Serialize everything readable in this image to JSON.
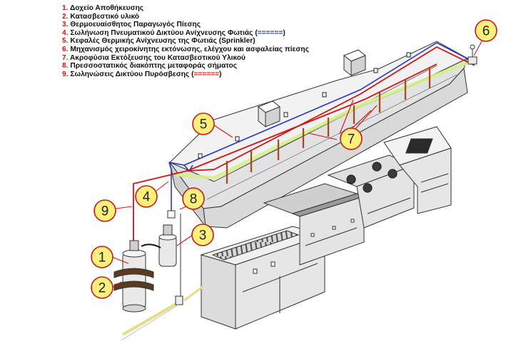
{
  "legend": [
    {
      "num": "1.",
      "text": "Δοχείο Αποθήκευσης",
      "code": "",
      "code_color": ""
    },
    {
      "num": "2.",
      "text": "Κατασβεστικό υλικό",
      "code": "",
      "code_color": ""
    },
    {
      "num": "3.",
      "text": "Θερμοευαίσθητος Παραγωγός Πίεσης",
      "code": "",
      "code_color": ""
    },
    {
      "num": "4.",
      "text": "Σωλήνωση Πνευματικού Δικτύου Ανίχνευσης Φωτιάς",
      "code": "======",
      "code_color": "blue"
    },
    {
      "num": "5.",
      "text": "Κεφαλές Θερμικής Ανίχνευσης της Φωτιάς (Sprinkler)",
      "code": "",
      "code_color": ""
    },
    {
      "num": "6.",
      "text": "Μηχανισμός χειροκίνητης εκτόνωσης, ελέγχου και ασφαλείας πίεσης",
      "code": "",
      "code_color": ""
    },
    {
      "num": "7.",
      "text": "Ακροφύσια Εκτόξευσης του Κατασβεστικού Υλικού",
      "code": "",
      "code_color": ""
    },
    {
      "num": "8.",
      "text": "Πρεσσοστατικός διακόπτης μεταφοράς σήματος",
      "code": "",
      "code_color": ""
    },
    {
      "num": "9.",
      "text": "Σωληνώσεις Δικτύου Πυρόσβεσης",
      "code": "======",
      "code_color": "red"
    }
  ],
  "callouts": [
    "1",
    "2",
    "3",
    "4",
    "5",
    "6",
    "7",
    "8",
    "9"
  ],
  "colors": {
    "detection_pipe": "#2436c8",
    "suppression_pipe": "#d41414",
    "callout_fill": "#fdf07a",
    "callout_stroke": "#c81a1a",
    "hood_fill": "#ebebeb",
    "line": "#333333",
    "glow": "#d7f08a"
  }
}
